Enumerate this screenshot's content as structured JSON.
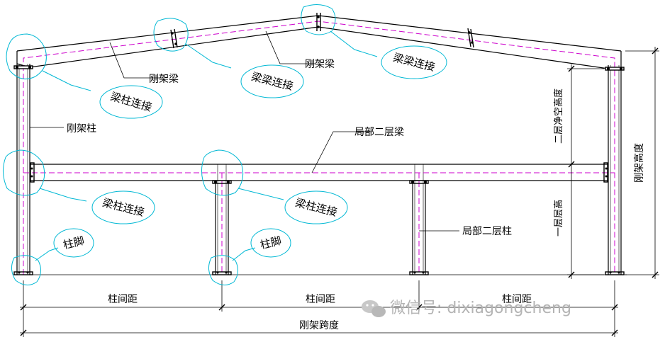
{
  "labels": {
    "rafter_left": "刚架梁",
    "rafter_right": "刚架梁",
    "column": "刚架柱",
    "mezz_beam": "局部二层梁",
    "mezz_column": "局部二层柱",
    "bay1": "柱间距",
    "bay2": "柱间距",
    "bay3": "柱间距",
    "span": "刚架跨度",
    "frame_height": "刚架高度",
    "clear_height_2f": "二层净空高度",
    "height_1f": "一层层高"
  },
  "bubbles": {
    "beam_col_left_top": "梁柱连接",
    "beam_beam_left": "梁梁连接",
    "beam_beam_top": "梁梁连接",
    "beam_col_left_mid": "梁柱连接",
    "beam_col_mid": "梁柱连接",
    "base_left": "柱脚",
    "base_mid": "柱脚"
  },
  "watermark": "微信号: dixiagongcheng",
  "colors": {
    "line": "#000000",
    "center_line": "#cc00cc",
    "bubble": "#00b8d4",
    "watermark": "#b4b4b4"
  }
}
